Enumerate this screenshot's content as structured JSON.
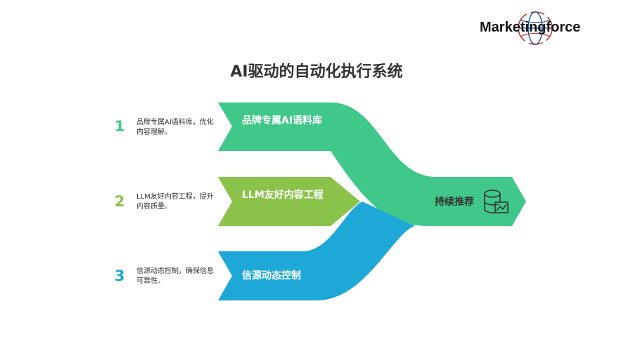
{
  "brand": {
    "name": "Marketingforce"
  },
  "title": "AI驱动的自动化执行系统",
  "items": [
    {
      "num": "1",
      "desc": "品牌专属AI语料库，优化内容理解。",
      "label": "品牌专属AI语料库",
      "color": "#3fc88a"
    },
    {
      "num": "2",
      "desc": "LLM友好内容工程，提升内容质量。",
      "label": "LLM友好内容工程",
      "color": "#8bc34a"
    },
    {
      "num": "3",
      "desc": "信源动态控制，确保信息可靠性。",
      "label": "信源动态控制",
      "color": "#1ea8d8"
    }
  ],
  "output": {
    "label": "持续推荐",
    "icon": "database-chart-icon"
  }
}
